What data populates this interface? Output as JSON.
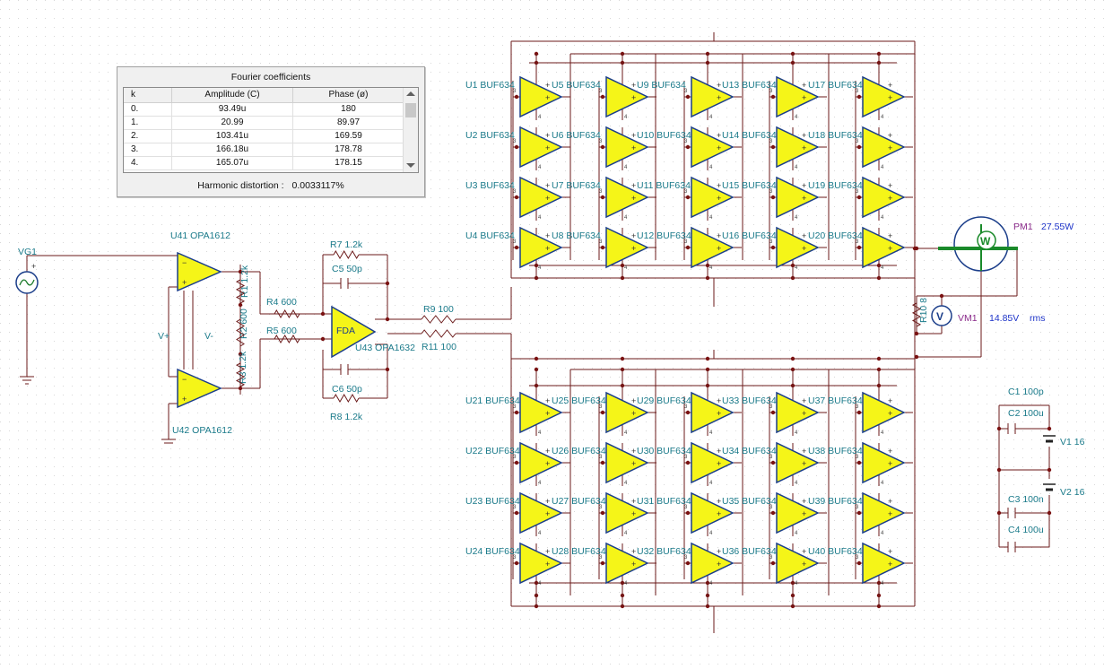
{
  "fourier_panel": {
    "title": "Fourier coefficients",
    "columns": [
      "k",
      "Amplitude (C)",
      "Phase (ø)"
    ],
    "rows": [
      [
        "0.",
        "93.49u",
        "180"
      ],
      [
        "1.",
        "20.99",
        "89.97"
      ],
      [
        "2.",
        "103.41u",
        "169.59"
      ],
      [
        "3.",
        "166.18u",
        "178.78"
      ],
      [
        "4.",
        "165.07u",
        "178.15"
      ]
    ],
    "distortion_label": "Harmonic distortion :",
    "distortion_value": "0.0033117%"
  },
  "source": {
    "name": "VG1"
  },
  "opamps": {
    "u41": "U41 OPA1612",
    "u42": "U42 OPA1612",
    "u43": "U43 OPA1632",
    "fda_text": "FDA"
  },
  "resistors": {
    "r1": "R1 1.2k",
    "r2": "R2 600",
    "r3": "R3 1.2k",
    "r4": "R4 600",
    "r5": "R5 600",
    "r7": "R7 1.2k",
    "r8": "R8 1.2k",
    "r9": "R9 100",
    "r10": "R10 8",
    "r11": "R11 100"
  },
  "capacitors": {
    "c5": "C5 50p",
    "c6": "C6 50p",
    "c1": "C1 100p",
    "c2": "C2 100u",
    "c3": "C3 100n",
    "c4": "C4 100u"
  },
  "supplies": {
    "v1": "V1 16",
    "v2": "V2 16",
    "vplus": "V+",
    "vminus": "V-"
  },
  "meters": {
    "pm1_name": "PM1",
    "pm1_value": "27.55W",
    "pm1_symbol": "W",
    "vm1_name": "VM1",
    "vm1_value": "14.85V",
    "vm1_unit": "rms",
    "vm1_symbol": "V"
  },
  "buffer_part": "BUF634",
  "buffer_labels_upper": [
    "U1 BUF634",
    "U2 BUF634",
    "U3 BUF634",
    "U4 BUF634",
    "U5 BUF634",
    "U6 BUF634",
    "U7 BUF634",
    "U8 BUF634",
    "U9 BUF634",
    "U10 BUF634",
    "U11 BUF634",
    "U12 BUF634",
    "U13 BUF634",
    "U14 BUF634",
    "U15 BUF634",
    "U16 BUF634",
    "U17 BUF634",
    "U18 BUF634",
    "U19 BUF634",
    "U20 BUF634"
  ],
  "buffer_labels_lower": [
    "U21 BUF634",
    "U22 BUF634",
    "U23 BUF634",
    "U24 BUF634",
    "U25 BUF634",
    "U26 BUF634",
    "U27 BUF634",
    "U28 BUF634",
    "U29 BUF634",
    "U30 BUF634",
    "U31 BUF634",
    "U32 BUF634",
    "U33 BUF634",
    "U34 BUF634",
    "U35 BUF634",
    "U36 BUF634",
    "U37 BUF634",
    "U38 BUF634",
    "U39 BUF634",
    "U40 BUF634"
  ]
}
